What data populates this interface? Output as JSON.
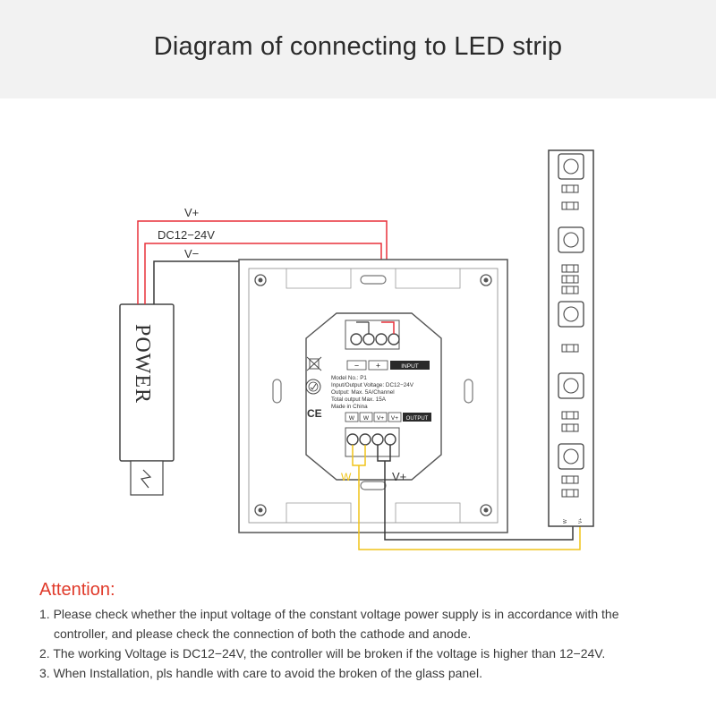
{
  "title": "Diagram of connecting to LED strip",
  "power_supply": {
    "label": "POWER",
    "v_plus": "V+",
    "voltage": "DC12−24V",
    "v_minus": "V−"
  },
  "controller": {
    "model": "Model No.: P1",
    "spec_voltage": "Input/Output Voltage: DC12−24V",
    "spec_output": "Output: Max. 5A/Channel",
    "spec_total": "Total output Max. 15A",
    "made_in": "Made in China",
    "input_terminals": [
      "−",
      "+"
    ],
    "input_label": "INPUT",
    "output_terminals": [
      "W",
      "W",
      "V+",
      "V+"
    ],
    "output_label": "OUTPUT",
    "ce_mark": "CE"
  },
  "wire_labels": {
    "w": "W",
    "v_plus": "V+"
  },
  "led_strip": {
    "pin_labels": [
      "W",
      "V+"
    ]
  },
  "attention": {
    "heading": "Attention:",
    "items": [
      "1. Please check whether the input voltage of the constant voltage power supply is in accordance with the",
      "controller, and please check the connection of both the cathode and anode.",
      "2. The working Voltage is DC12−24V, the controller will be broken if the voltage is higher than 12−24V.",
      "3. When Installation, pls handle with care to avoid the broken of the glass panel."
    ]
  },
  "colors": {
    "red_wire": "#e8303a",
    "yellow_wire": "#f0c419",
    "black_wire": "#3a3a3a",
    "attention": "#e03a2a"
  }
}
